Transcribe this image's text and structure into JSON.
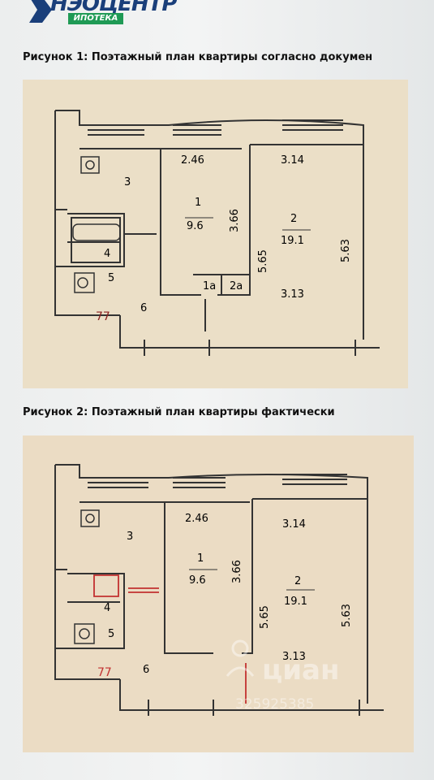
{
  "logo": {
    "name": "НЭОЦЕНТР",
    "sub": "ИПОТЕКА",
    "brand_color": "#1a3f7a",
    "accent_color": "#1f9a55"
  },
  "figure1": {
    "caption": "Рисунок 1: Поэтажный план квартиры согласно докумен",
    "labels": {
      "room3": "3",
      "d246": "2.46",
      "d314": "3.14",
      "room1": "1",
      "area1": "9.6",
      "d366": "3.66",
      "room2": "2",
      "area2": "19.1",
      "d565": "5.65",
      "d563": "5.63",
      "room4": "4",
      "room5": "5",
      "room1a": "1а",
      "room2a": "2а",
      "d313": "3.13",
      "room6": "6",
      "flat": "77"
    }
  },
  "figure2": {
    "caption": "Рисунок 2: Поэтажный план квартиры фактически",
    "labels": {
      "room3": "3",
      "d246": "2.46",
      "d314": "3.14",
      "room1": "1",
      "area1": "9.6",
      "d366": "3.66",
      "room2": "2",
      "area2": "19.1",
      "d565": "5.65",
      "d563": "5.63",
      "room4": "4",
      "room5": "5",
      "d313": "3.13",
      "room6": "6",
      "flat": "77"
    }
  },
  "watermark": {
    "brand": "циан",
    "id": "325925385"
  }
}
